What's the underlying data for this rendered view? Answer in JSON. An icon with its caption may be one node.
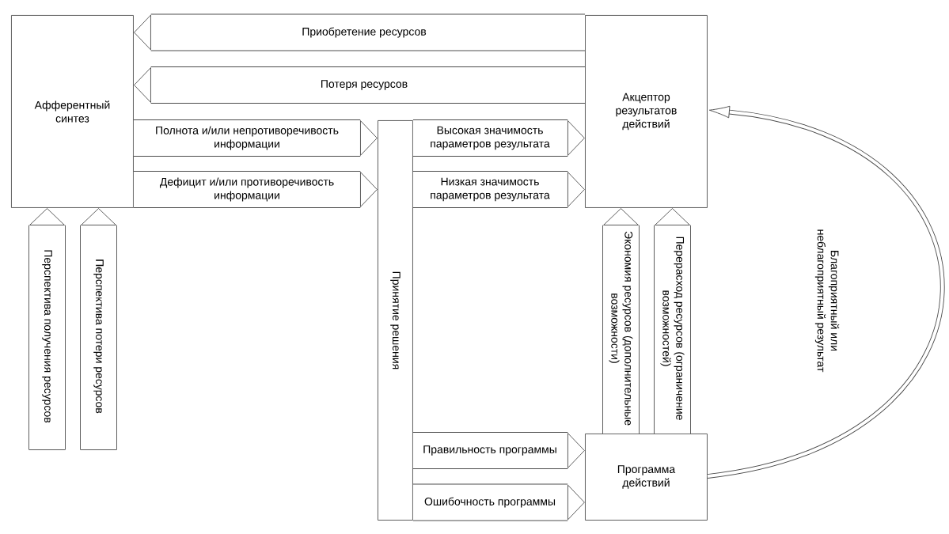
{
  "diagram": {
    "nodes": [
      {
        "text": [
          "Афферентный синтез"
        ]
      },
      {
        "text": [
          "Акцептор результатов действий"
        ]
      },
      {
        "text": [
          "Принятие решения"
        ]
      },
      {
        "text": [
          "Программа действий"
        ]
      }
    ],
    "edges": [
      {
        "from": 1,
        "to": 0,
        "arrow": "to",
        "label": "Приобретение ресурсов"
      },
      {
        "from": 1,
        "to": 0,
        "arrow": "to",
        "label": "Потеря ресурсов"
      },
      {
        "from": 0,
        "to": 2,
        "arrow": "to",
        "label": "Полнота и/или непротиворечивость информации"
      },
      {
        "from": 0,
        "to": 2,
        "arrow": "to",
        "label": "Дефицит и/или противоречивость информации"
      },
      {
        "from": 2,
        "to": 1,
        "arrow": "to",
        "label": "Высокая значимость параметров результата"
      },
      {
        "from": 2,
        "to": 1,
        "arrow": "to",
        "label": "Низкая значимость параметров результата"
      },
      {
        "from": null,
        "to": 0,
        "arrow": "to",
        "label": "Перспектива получения ресурсов"
      },
      {
        "from": null,
        "to": 0,
        "arrow": "to",
        "label": "Перспектива потери ресурсов"
      },
      {
        "from": 2,
        "to": 3,
        "arrow": "to",
        "label": "Правильность программы"
      },
      {
        "from": 2,
        "to": 3,
        "arrow": "to",
        "label": "Ошибочность программы"
      },
      {
        "from": 3,
        "to": 1,
        "arrow": "to",
        "label": "Экономия ресурсов (дополнительные возможности)"
      },
      {
        "from": 3,
        "to": 1,
        "arrow": "to",
        "label": "Перерасход ресурсов (ограничение возможностей)"
      },
      {
        "from": 3,
        "to": 1,
        "arrow": "to",
        "label": "Благоприятный или неблагоприятный результат"
      }
    ]
  }
}
